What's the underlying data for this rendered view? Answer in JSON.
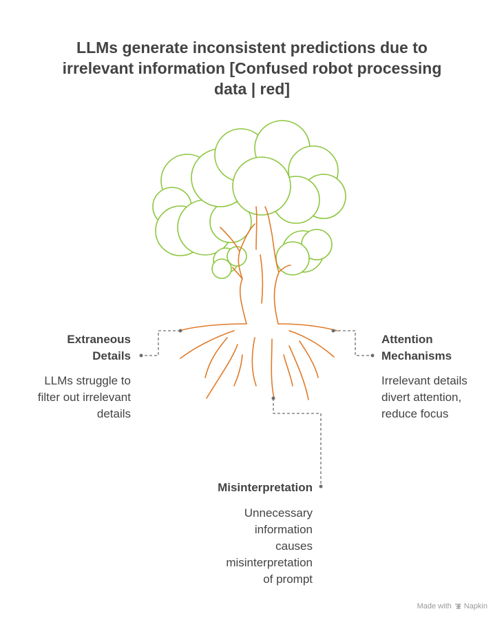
{
  "title_lines": [
    "LLMs generate inconsistent predictions due to",
    "irrelevant information [Confused robot processing",
    "data | red]"
  ],
  "nodes": {
    "extraneous": {
      "label_lines": [
        "Extraneous",
        "Details"
      ],
      "desc_lines": [
        "LLMs struggle to",
        "filter out irrelevant",
        "details"
      ]
    },
    "attention": {
      "label_lines": [
        "Attention",
        "Mechanisms"
      ],
      "desc_lines": [
        "Irrelevant details",
        "divert attention,",
        "reduce focus"
      ]
    },
    "misinterpretation": {
      "label_lines": [
        "Misinterpretation"
      ],
      "desc_lines": [
        "Unnecessary",
        "information",
        "causes",
        "misinterpretation",
        "of prompt"
      ]
    }
  },
  "footer": {
    "made_with": "Made with",
    "brand": "Napkin"
  },
  "colors": {
    "foliage": "#8dc63f",
    "trunk": "#e07b2a",
    "connector": "#6d6d6d",
    "text": "#434343"
  },
  "icons": [
    "tree-illustration",
    "napkin-logo-icon"
  ]
}
